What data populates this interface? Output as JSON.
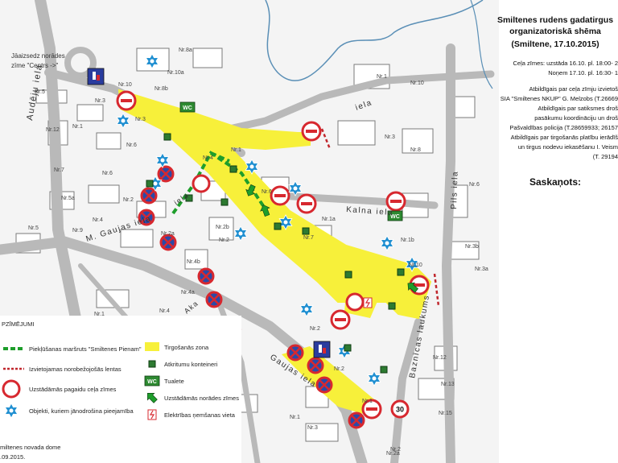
{
  "panel": {
    "title_lines": [
      "Smiltenes rudens gadatirgus",
      "organizatoriskā shēma",
      "(Smiltene, 17.10.2015)"
    ],
    "sign_lines": [
      "Ceļa zīmes: uzstāda 16.10. pl. 18:00- 2",
      "Noņem 17.10. pl. 16:30- 1"
    ],
    "resp_lines": [
      "Atbildīgais par ceļa zīmju izvietoš",
      "SIA \"Smiltenes NKUP\" G. Melzobs (T.26669",
      "Atbildīgais par satiksmes droš",
      "pasākumu koordināciju un droš",
      "Pašvaldības policija (T.28659933; 26157",
      "Atbildīgais par tirgošanās platību ierādīš",
      "un tirgus nodevu iekasēšanu  I. Veism",
      "(T. 29194"
    ],
    "approval": "Saskaņots:"
  },
  "legend": {
    "title": "PZĪMĒJUMI",
    "items": [
      {
        "label": "Piekļūšanas maršruts \"Smiltenes Pienam\"",
        "icon": "green-dashed-line-icon"
      },
      {
        "label": "Izvietojamas norobežojošās  lentas",
        "icon": "red-dashed-line-icon"
      },
      {
        "label": "Uzstādāmās pagaidu ceļa zīmes",
        "icon": "red-circle-sign-icon"
      },
      {
        "label": "Objekti, kuriem jānodrošina pieejamība",
        "icon": "blue-star-icon"
      },
      {
        "label": "Tirgošanās zona",
        "icon": "yellow-area-icon"
      },
      {
        "label": "Atkritumu konteineri",
        "icon": "green-square-icon"
      },
      {
        "label": "Tualete",
        "icon": "wc-icon"
      },
      {
        "label": "Uzstādāmās norādes zīmes",
        "icon": "green-arrow-icon"
      },
      {
        "label": "Elektrības ņemšanas vieta",
        "icon": "electricity-icon"
      }
    ]
  },
  "footer": {
    "org": "miltenes novada dome",
    "date": ".09.2015."
  },
  "map": {
    "note": "Jāaizsedz norādes zīme \"Centrs ->\"",
    "streets": [
      "Audēju iela",
      "M. Gaujas iela",
      "Gaujas iela",
      "Kalna iela",
      "Pils iela",
      "Baznīcas laukums",
      "iela",
      "iela",
      "Aka"
    ],
    "house_numbers": [
      "Nr.10",
      "Nr.3",
      "Nr.5",
      "Nr.12",
      "Nr.8a",
      "Nr.8b",
      "Nr.10a",
      "Nr.1",
      "Nr.3",
      "Nr.6",
      "Nr.7",
      "Nr.6",
      "Nr.5a",
      "Nr.2",
      "Nr.4",
      "Nr.9",
      "Nr.5",
      "Nr.2a",
      "Nr.2b",
      "Nr.2",
      "Nr.4b",
      "Nr.4a",
      "Nr.4",
      "Nr.7",
      "Nr.1a",
      "Nr.1b",
      "Nr.10",
      "Nr.1",
      "Nr.3",
      "Nr.12",
      "Nr.13",
      "Nr.15",
      "Nr.1",
      "Nr.2",
      "Nr.2a",
      "Nr.6",
      "Nr.3b",
      "Nr.3a",
      "Nr.1",
      "Nr.2",
      "Nr.1",
      "Nr.4",
      "Nr.6",
      "Nr.8",
      "Nr.3",
      "Nr.1",
      "Nr.5",
      "Nr.10",
      "Nr.2"
    ],
    "speed_limit": "30",
    "wc_label": "WC",
    "colors": {
      "zone": "#f7f03a",
      "route": "#1e9e2b",
      "barrier": "#c0272d",
      "sign": "#d7282f",
      "star": "#1f8fd1",
      "road": "#b9b9b9",
      "river": "#5a8fb6"
    }
  }
}
